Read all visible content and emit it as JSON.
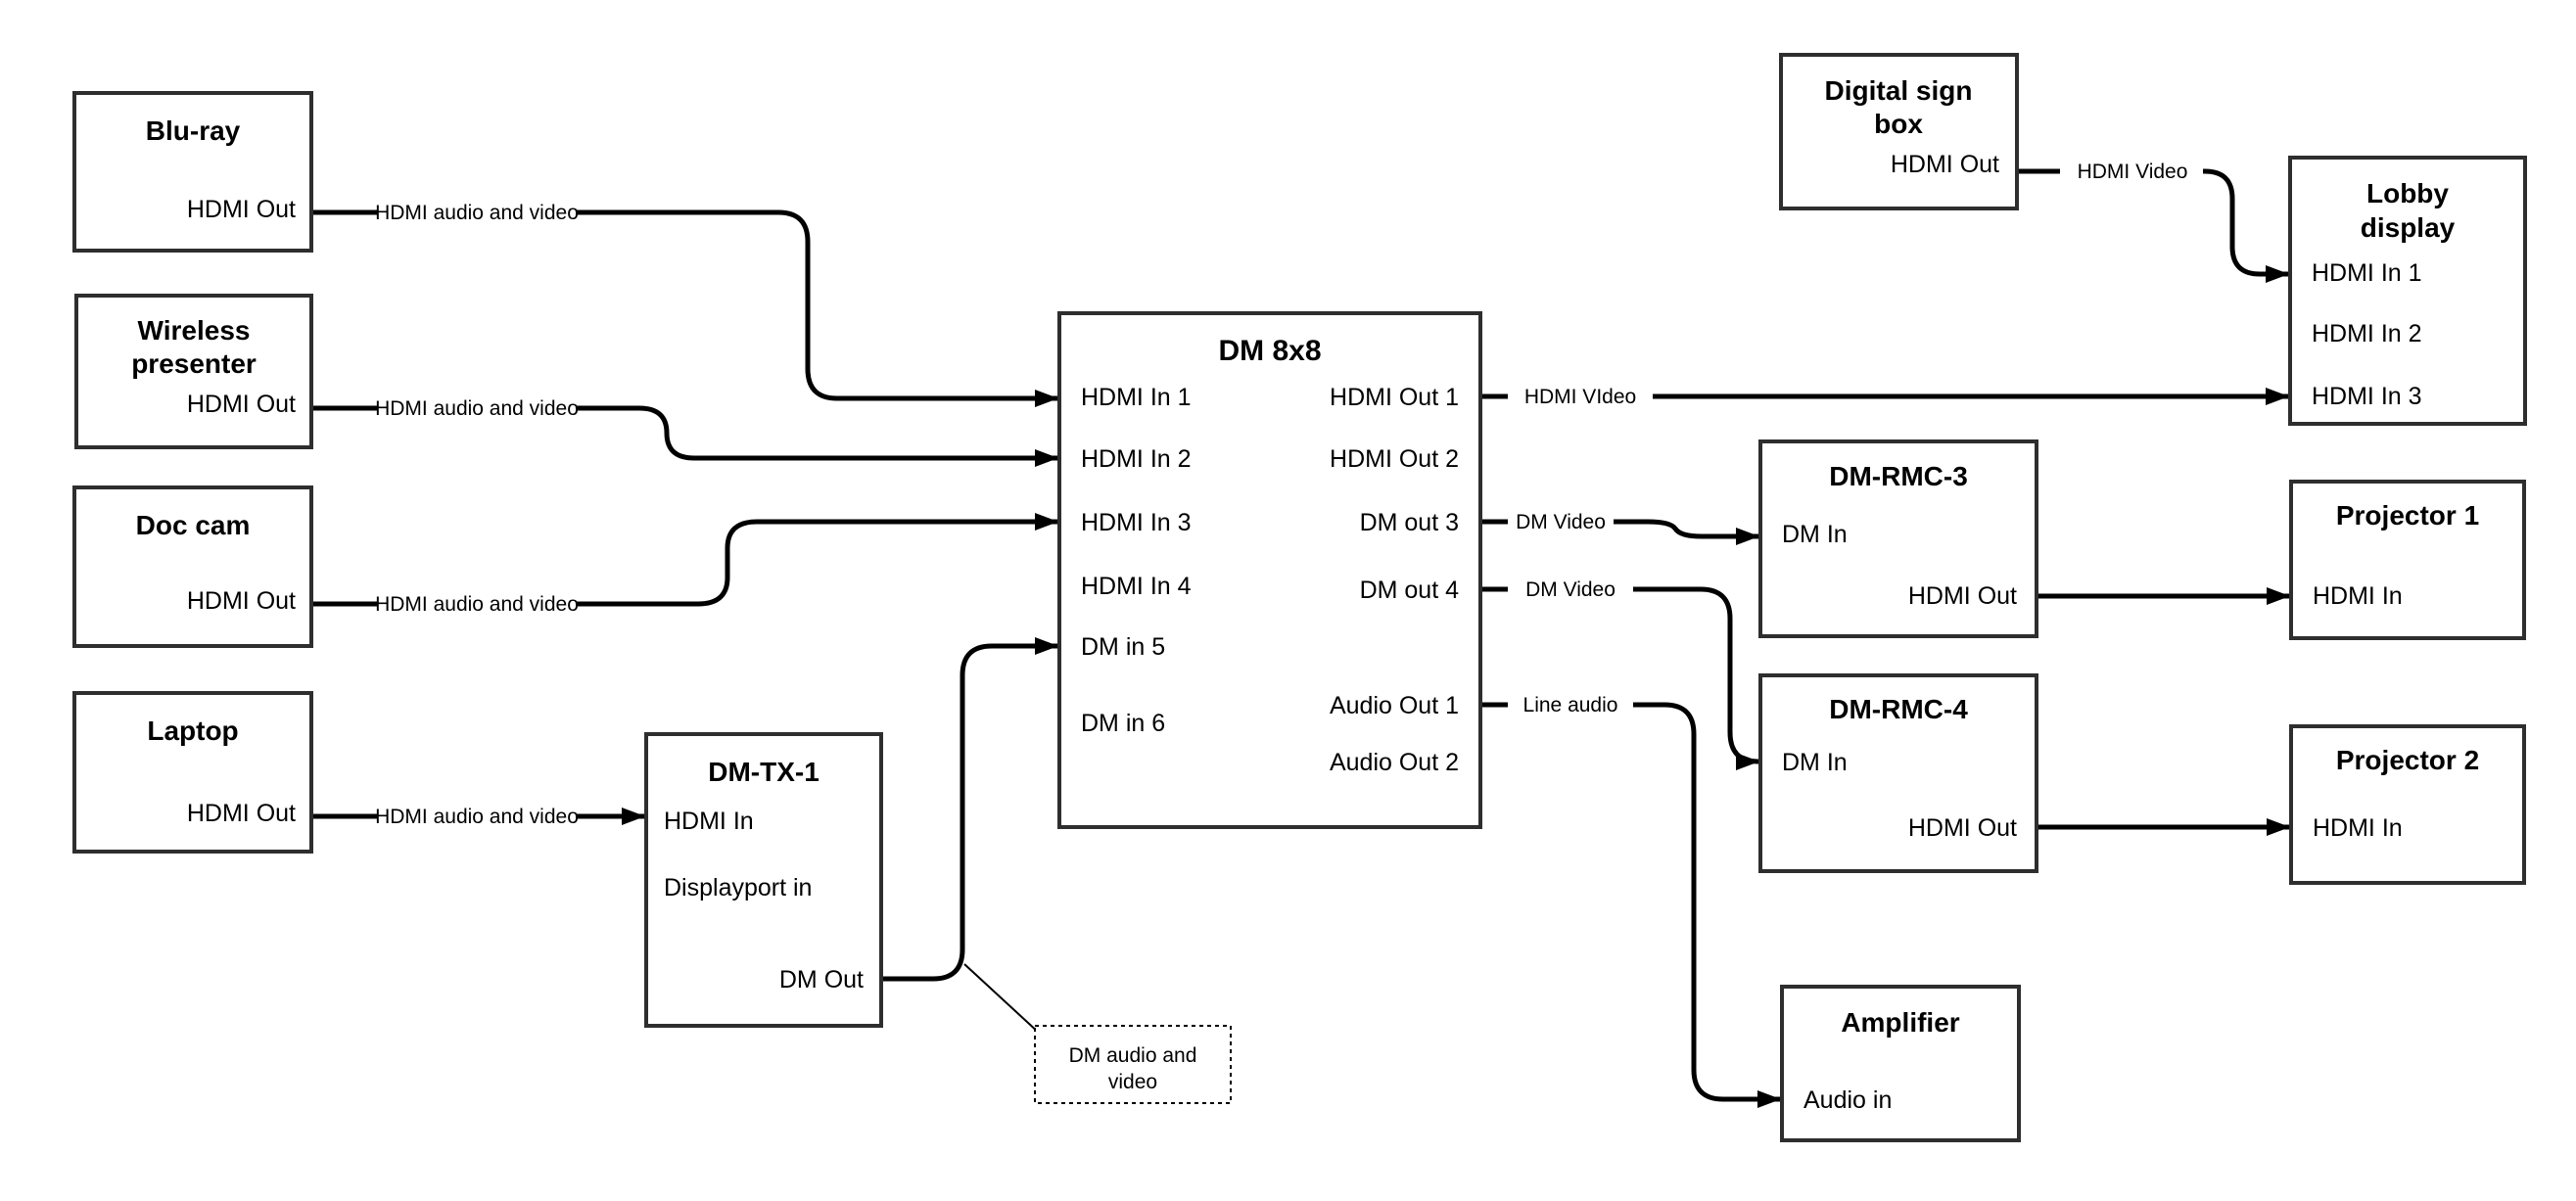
{
  "colors": {
    "background": "#ffffff",
    "box_border": "#2e2e2e",
    "wire": "#000000",
    "text": "#000000"
  },
  "nodes": {
    "bluray": {
      "title": "Blu-ray",
      "port_out": "HDMI Out"
    },
    "wireless": {
      "title_line1": "Wireless",
      "title_line2": "presenter",
      "port_out": "HDMI Out"
    },
    "doccam": {
      "title": "Doc cam",
      "port_out": "HDMI Out"
    },
    "laptop": {
      "title": "Laptop",
      "port_out": "HDMI Out"
    },
    "dmtx1": {
      "title": "DM-TX-1",
      "port_hdmi_in": "HDMI In",
      "port_dp_in": "Displayport in",
      "port_dm_out": "DM Out"
    },
    "dm8x8": {
      "title": "DM 8x8",
      "inputs": [
        "HDMI In 1",
        "HDMI In 2",
        "HDMI In 3",
        "HDMI In 4",
        "DM in 5",
        "DM in 6"
      ],
      "outputs": [
        "HDMI Out 1",
        "HDMI Out 2",
        "DM out 3",
        "DM out 4",
        "Audio Out 1",
        "Audio Out 2"
      ]
    },
    "digital_sign": {
      "title_line1": "Digital sign",
      "title_line2": "box",
      "port_out": "HDMI Out"
    },
    "lobby": {
      "title_line1": "Lobby",
      "title_line2": "display",
      "inputs": [
        "HDMI In 1",
        "HDMI In 2",
        "HDMI In 3"
      ]
    },
    "dmrmc3": {
      "title": "DM-RMC-3",
      "port_in": "DM In",
      "port_out": "HDMI Out"
    },
    "projector1": {
      "title": "Projector 1",
      "port_in": "HDMI In"
    },
    "dmrmc4": {
      "title": "DM-RMC-4",
      "port_in": "DM In",
      "port_out": "HDMI Out"
    },
    "projector2": {
      "title": "Projector 2",
      "port_in": "HDMI In"
    },
    "amplifier": {
      "title": "Amplifier",
      "port_in": "Audio in"
    },
    "callout": {
      "line1": "DM audio and",
      "line2": "video"
    }
  },
  "edges": {
    "bluray_dm8x8": "HDMI audio and video",
    "wireless_dm8x8": "HDMI audio and video",
    "doccam_dm8x8": "HDMI audio and video",
    "laptop_dmtx1": "HDMI audio and video",
    "hdmiout1_lobby": "HDMI VIdeo",
    "dmout3_dmrmc3": "DM Video",
    "dmout4_dmrmc4": "DM Video",
    "audioout1_amplifier": "Line audio",
    "digitalsign_lobby": "HDMI Video"
  }
}
